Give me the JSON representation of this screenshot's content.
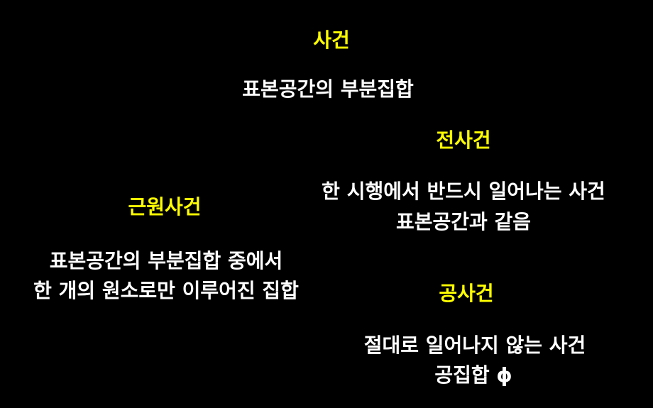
{
  "event": {
    "title": "사건",
    "desc": "표본공간의 부분집합"
  },
  "sure_event": {
    "title": "전사건",
    "line1": "한 시행에서 반드시 일어나는 사건",
    "line2": "표본공간과 같음"
  },
  "elementary_event": {
    "title": "근원사건",
    "line1": "표본공간의 부분집합 중에서",
    "line2": "한 개의 원소로만 이루어진 집합"
  },
  "null_event": {
    "title": "공사건",
    "line1": "절대로 일어나지 않는 사건",
    "line2": "공집합 ɸ"
  },
  "colors": {
    "title": "#FFFF00",
    "text": "#FFFFFF",
    "background": "#000000"
  }
}
